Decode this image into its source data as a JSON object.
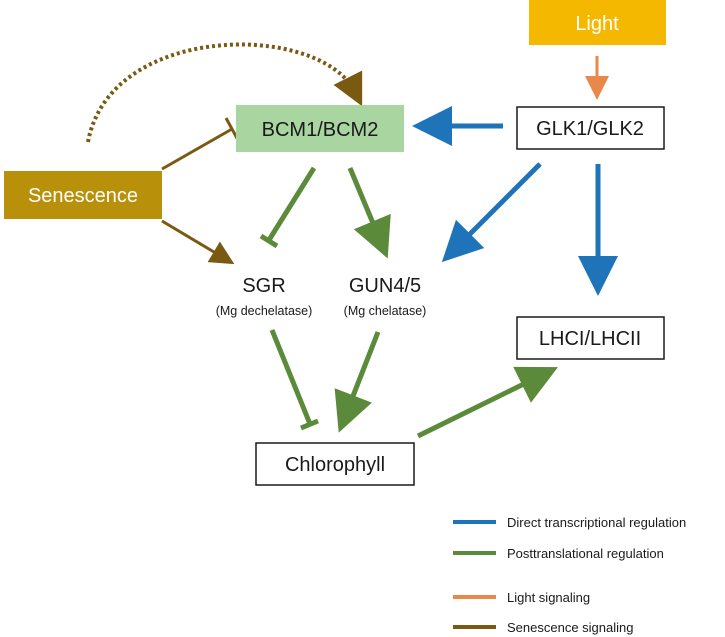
{
  "colors": {
    "direct_transcriptional": "#1f73b8",
    "posttranslational": "#5a8a3a",
    "light_signaling": "#e8884a",
    "senescence_signaling": "#7a5a12",
    "light_box": "#f5b800",
    "senescence_box": "#b8900a",
    "bcm_box": "#a8d5a0"
  },
  "nodes": {
    "light": "Light",
    "senescence": "Senescence",
    "bcm": "BCM1/BCM2",
    "glk": "GLK1/GLK2",
    "sgr": "SGR",
    "sgr_sub": "(Mg dechelatase)",
    "gun": "GUN4/5",
    "gun_sub": "(Mg chelatase)",
    "lhc": "LHCI/LHCII",
    "chlorophyll": "Chlorophyll"
  },
  "legend": [
    {
      "label": "Direct transcriptional regulation",
      "color": "#1f73b8"
    },
    {
      "label": "Posttranslational regulation",
      "color": "#5a8a3a"
    },
    {
      "label": "Light signaling",
      "color": "#e8884a"
    },
    {
      "label": "Senescence signaling",
      "color": "#7a5a12"
    }
  ]
}
